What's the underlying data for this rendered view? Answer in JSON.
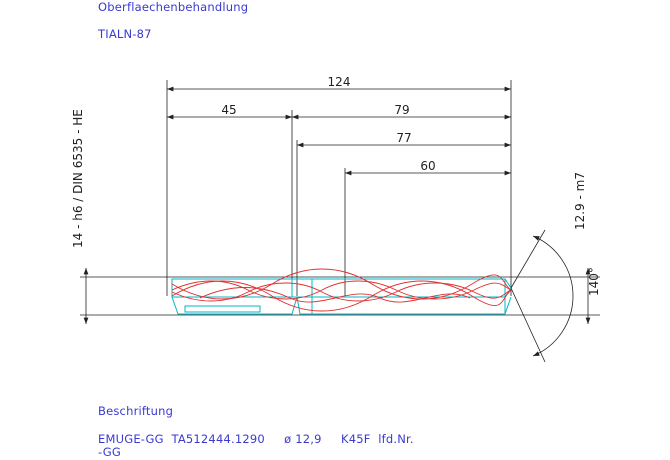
{
  "notes": {
    "surface_label": "Oberflaechenbehandlung",
    "surface_value": "TIALN-87",
    "marking_label": "Beschriftung",
    "marking_line1": "EMUGE-GG  TA512444.1290     ø 12,9     K45F  lfd.Nr.",
    "marking_line2": "-GG"
  },
  "dimensions": {
    "overall_length": "124",
    "shank_length": "45",
    "body_length": "79",
    "flute_length": "77",
    "cutting_length": "60",
    "shank_tolerance": "14 - h6 / DIN 6535 - HE",
    "diameter_tolerance": "12.9 - m7",
    "point_angle": "140°"
  },
  "colors": {
    "ink": "#222222",
    "annotation": "#3a3ad0",
    "helix": "#e03030",
    "edge": "#00b8c8"
  }
}
